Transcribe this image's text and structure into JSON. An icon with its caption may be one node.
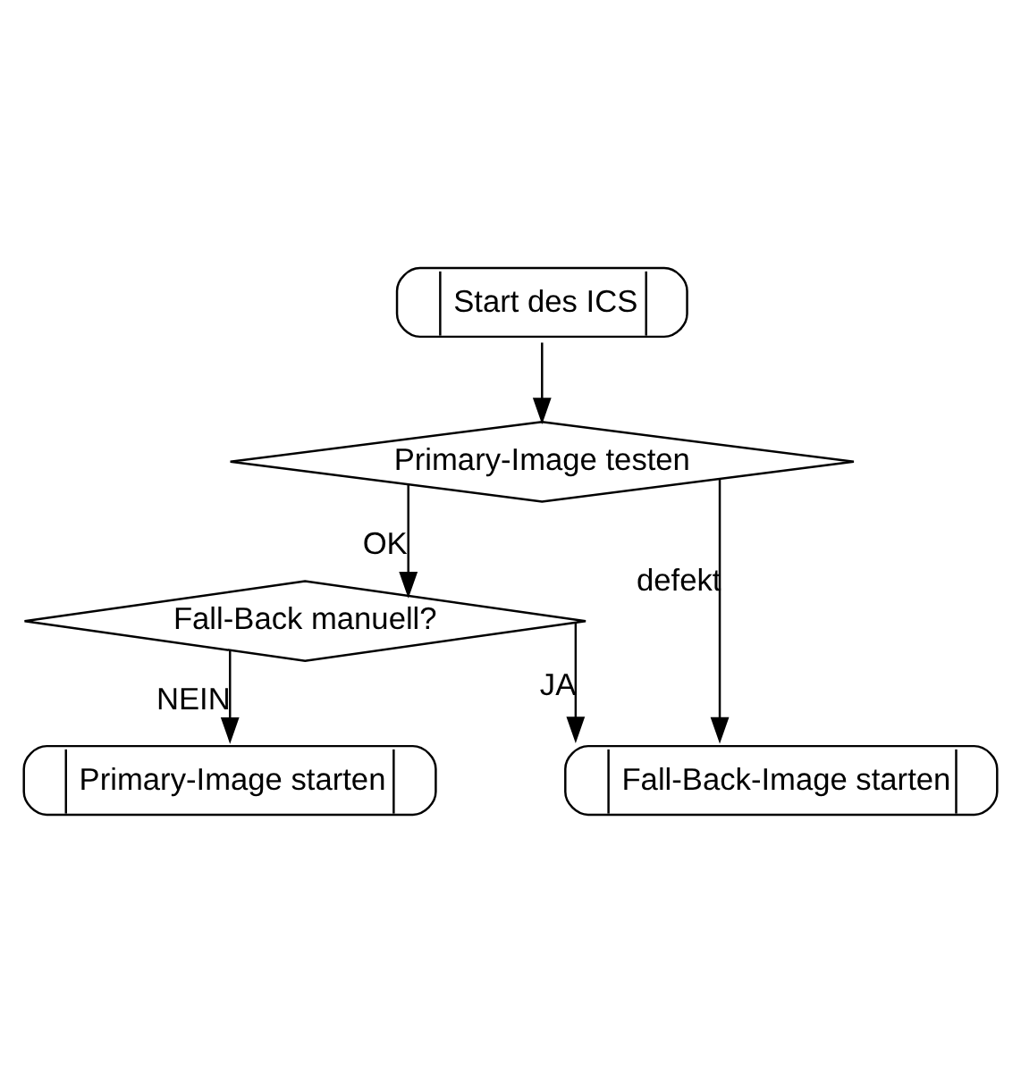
{
  "diagram": {
    "nodes": [
      {
        "text": [
          "Start des ICS"
        ]
      },
      {
        "text": [
          "Primary-Image testen"
        ]
      },
      {
        "text": [
          "Fall-Back manuell?"
        ]
      },
      {
        "text": [
          "Primary-Image starten"
        ]
      },
      {
        "text": [
          "Fall-Back-Image starten"
        ]
      }
    ],
    "edges": [
      {
        "from": 0,
        "to": 1,
        "arrow": "to"
      },
      {
        "from": 1,
        "to": 2,
        "arrow": "to",
        "label": "OK"
      },
      {
        "from": 1,
        "to": 4,
        "arrow": "to",
        "label": "defekt"
      },
      {
        "from": 2,
        "to": 4,
        "arrow": "to",
        "label": "JA"
      },
      {
        "from": 2,
        "to": 3,
        "arrow": "to",
        "label": "NEIN"
      }
    ]
  }
}
